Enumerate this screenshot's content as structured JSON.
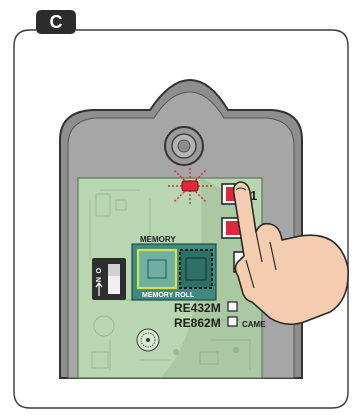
{
  "panel": {
    "letter": "C"
  },
  "board": {
    "channel_number": "1",
    "memory_label": "MEMORY",
    "memory_roll_label": "MEMORY ROLL",
    "model_a": "RE432M",
    "model_b": "RE862M",
    "brand": "CAME",
    "switch_letters": [
      "O",
      "N"
    ]
  },
  "colors": {
    "frame": "#3a3a3a",
    "housing": "#8e8e8e",
    "board": "#b8d6b0",
    "led": "#e0283c",
    "memory_module": "#3f8a80",
    "module_outline": "#d6e04a",
    "skin": "#f4cdb0"
  }
}
